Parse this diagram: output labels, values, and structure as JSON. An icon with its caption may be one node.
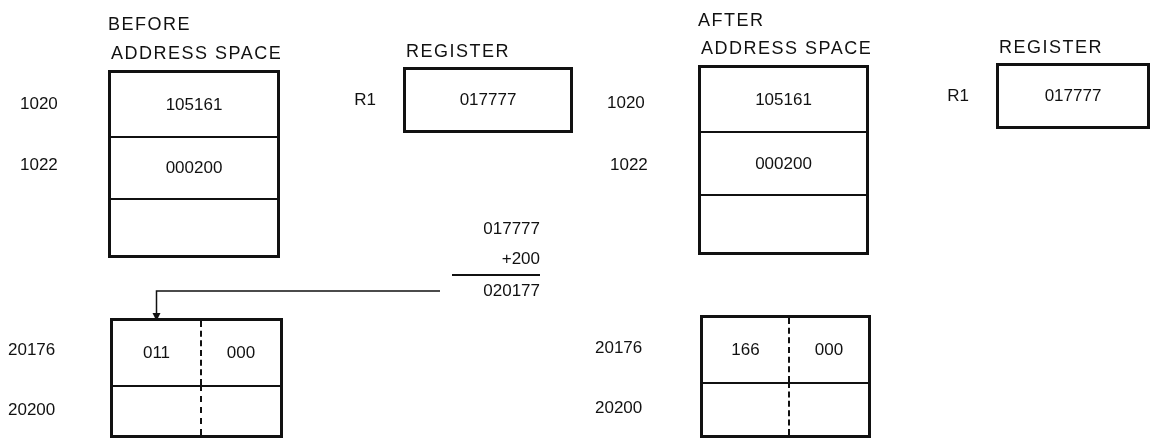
{
  "diagram": {
    "nodes": [
      {
        "text": [
          "ADDRESS SPACE"
        ]
      },
      {
        "text": [
          "105161"
        ],
        "in": 0
      },
      {
        "text": [
          "000200"
        ],
        "in": 0
      },
      {
        "text": [],
        "shape": "box",
        "in": 0
      },
      {
        "text": [
          "REGISTER",
          "017777"
        ],
        "beside": [
          "R1"
        ]
      },
      {
        "text": [
          "017777",
          "+200",
          "020177"
        ]
      },
      {
        "text": [],
        "shape": "box"
      },
      {
        "text": [
          "011"
        ],
        "in": 6
      },
      {
        "text": [
          "000"
        ],
        "in": 6
      },
      {
        "text": [],
        "shape": "box",
        "in": 6
      },
      {
        "text": [],
        "shape": "box",
        "in": 6
      },
      {
        "text": [
          "ADDRESS SPACE"
        ]
      },
      {
        "text": [
          "105161"
        ],
        "in": 11
      },
      {
        "text": [
          "000200"
        ],
        "in": 11
      },
      {
        "text": [],
        "shape": "box",
        "in": 11
      },
      {
        "text": [
          "REGISTER",
          "017777"
        ],
        "beside": [
          "R1"
        ]
      },
      {
        "text": [],
        "shape": "box"
      },
      {
        "text": [
          "166"
        ],
        "in": 16
      },
      {
        "text": [
          "000"
        ],
        "in": 16
      },
      {
        "text": [],
        "shape": "box",
        "in": 16
      },
      {
        "text": [],
        "shape": "box",
        "in": 16
      }
    ],
    "edges": [
      {
        "from": 5,
        "to": 7,
        "arrow": "to"
      }
    ],
    "labels": [
      "BEFORE",
      "1020",
      "1022",
      "20176",
      "20200",
      "AFTER",
      "1020",
      "1022",
      "20176",
      "20200"
    ]
  }
}
